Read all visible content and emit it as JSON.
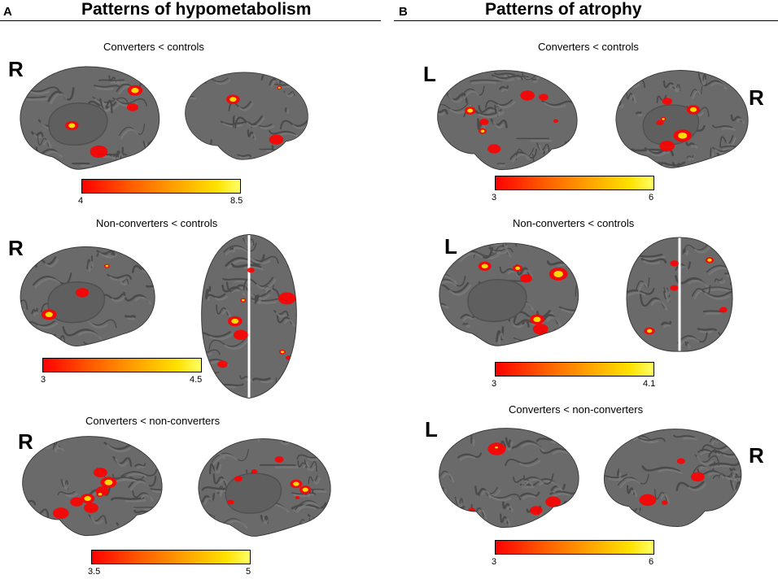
{
  "panelA": {
    "letter": "A",
    "title": "Patterns of hypometabolism",
    "sections": [
      {
        "title": "Converters < controls",
        "side": "R",
        "scale_min": "4",
        "scale_max": "8.5"
      },
      {
        "title": "Non-converters < controls",
        "side": "R",
        "scale_min": "3",
        "scale_max": "4.5"
      },
      {
        "title": "Converters < non-converters",
        "side": "R",
        "scale_min": "3.5",
        "scale_max": "5"
      }
    ]
  },
  "panelB": {
    "letter": "B",
    "title": "Patterns of atrophy",
    "sections": [
      {
        "title": "Converters < controls",
        "side_left": "L",
        "side_right": "R",
        "scale_min": "3",
        "scale_max": "6"
      },
      {
        "title": "Non-converters < controls",
        "side_left": "L",
        "scale_min": "3",
        "scale_max": "4.1"
      },
      {
        "title": "Converters < non-converters",
        "side_left": "L",
        "side_right": "R",
        "scale_min": "3",
        "scale_max": "6"
      }
    ]
  },
  "colors": {
    "brain": "#6a6a6a",
    "gyri": "#7d7d7d",
    "sulci": "#4a4a4a",
    "medial_wall": "#5f5f5f",
    "hot_low": "#ff0000",
    "hot_high": "#ffff00"
  }
}
